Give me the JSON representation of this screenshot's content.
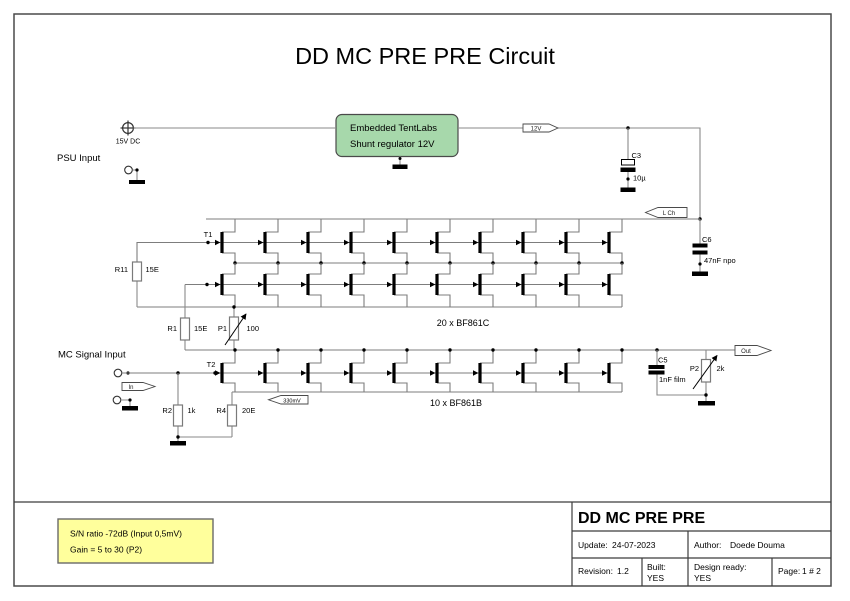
{
  "header": {
    "title": "DD MC PRE PRE Circuit"
  },
  "colors": {
    "accent_blue": "#0000e6",
    "regulator_fill": "#a7d8ab",
    "note_fill": "#ffff9c"
  },
  "psu": {
    "section_label": "PSU Input",
    "source_label": "15V DC",
    "regulator_line1": "Embedded TentLabs",
    "regulator_line2": "Shunt regulator 12V"
  },
  "mc": {
    "section_label": "MC Signal Input"
  },
  "flags": {
    "rail_12v": "12V",
    "l_ch": "L Ch",
    "input": "In",
    "output": "Out",
    "level_330mv": "330mV"
  },
  "components": {
    "t1": "T1",
    "t2": "T2",
    "r11": {
      "name": "R11",
      "value": "15E"
    },
    "r1": {
      "name": "R1",
      "value": "15E"
    },
    "p1": {
      "name": "P1",
      "value": "100"
    },
    "r2": {
      "name": "R2",
      "value": "1k"
    },
    "r4": {
      "name": "R4",
      "value": "20E"
    },
    "c3": {
      "name": "C3",
      "value": "10µ"
    },
    "c5": {
      "name": "C5",
      "value": "1nF film"
    },
    "c6": {
      "name": "C6",
      "value": "47nF npo"
    },
    "p2": {
      "name": "P2",
      "value": "2k"
    },
    "upper_array_label": "20 x BF861C",
    "lower_array_label": "10 x BF861B"
  },
  "note": {
    "line1": "S/N ratio -72dB (Input 0,5mV)",
    "line2": "Gain = 5 to 30 (P2)"
  },
  "titleblock": {
    "title": "DD MC PRE PRE",
    "update_label": "Update:",
    "update_value": "24-07-2023",
    "author_label": "Author:",
    "author_value": "Doede Douma",
    "revision_label": "Revision:",
    "revision_value": "1.2",
    "built_label": "Built:",
    "built_value": "YES",
    "design_label": "Design ready:",
    "design_value": "YES",
    "page_label": "Page:",
    "page_value": "1 # 2"
  }
}
